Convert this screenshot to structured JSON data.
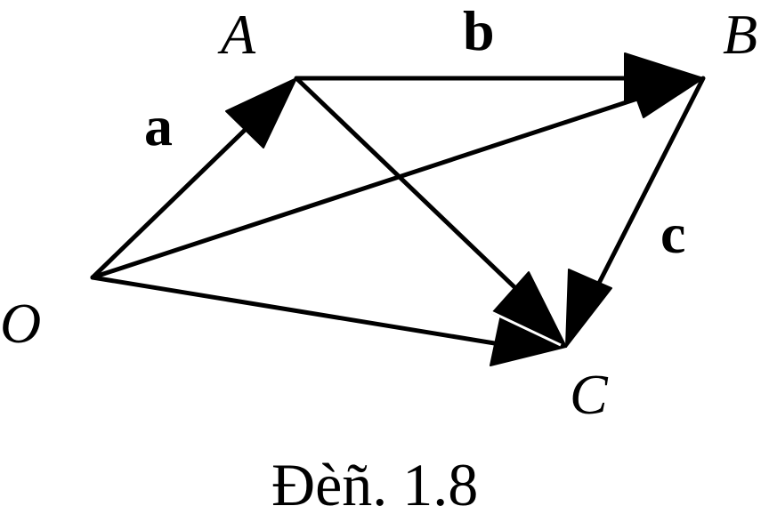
{
  "points": {
    "O": "O",
    "A": "A",
    "B": "B",
    "C": "C"
  },
  "vectors": {
    "a": "a",
    "b": "b",
    "c": "c"
  },
  "caption": "Đèñ. 1.8",
  "colors": {
    "ink": "#000000",
    "background": "#ffffff"
  }
}
